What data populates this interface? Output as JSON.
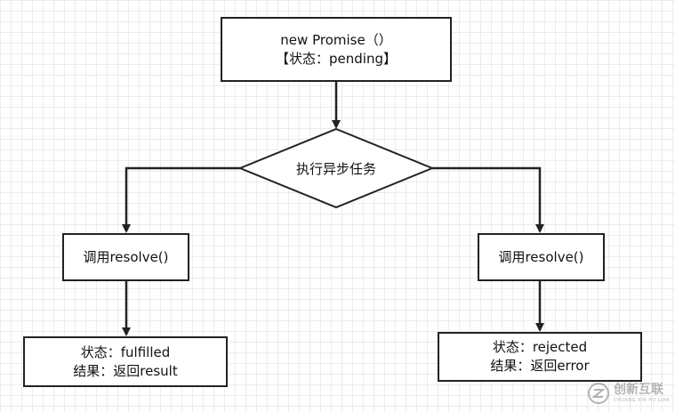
{
  "nodes": {
    "start": {
      "line1": "new Promise（）",
      "line2": "【状态：pending】"
    },
    "decision": {
      "label": "执行异步任务"
    },
    "left_call": {
      "label": "调用resolve()"
    },
    "right_call": {
      "label": "调用resolve()"
    },
    "left_result": {
      "line1": "状态：fulfilled",
      "line2": "结果：返回result"
    },
    "right_result": {
      "line1": "状态：rejected",
      "line2": "结果：返回error"
    }
  },
  "watermark": {
    "main": "创新互联",
    "sub": "CHUANG XIN HU LIAN"
  },
  "colors": {
    "stroke": "#222222",
    "grid": "#ececec",
    "background": "#ffffff"
  }
}
